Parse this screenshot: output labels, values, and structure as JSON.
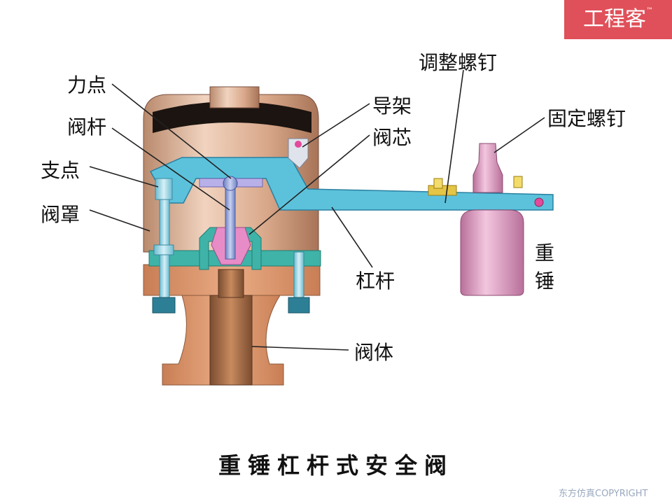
{
  "badge": {
    "text": "工程客",
    "tm": "™"
  },
  "labels": {
    "lidian": "力点",
    "fagan": "阀杆",
    "zhidian": "支点",
    "fazhao": "阀罩",
    "daojia": "导架",
    "faxin": "阀芯",
    "tiaozheng": "调整螺钉",
    "guding": "固定螺钉",
    "gangan": "杠杆",
    "zhongchui_1": "重",
    "zhongchui_2": "锤",
    "fati": "阀体"
  },
  "caption": "重锤杠杆式安全阀",
  "copyright": "东方仿真COPYRIGHT",
  "colors": {
    "bell": "#d8a88a",
    "body": "#d89066",
    "lever": "#5cc2dc",
    "weight": "#d792b8",
    "stem": "#8ea0d8",
    "teal": "#3fb3a8",
    "badge": "#e0505a"
  }
}
